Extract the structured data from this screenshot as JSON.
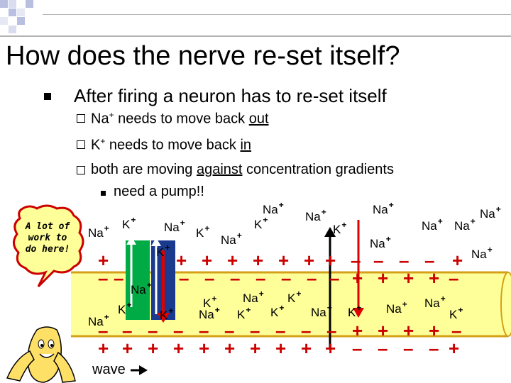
{
  "title": "How does the nerve re-set itself?",
  "bullet_main": "After firing a neuron has to re-set itself",
  "sub1": {
    "pre": "Na",
    "charge": "+",
    "mid": " needs to move back ",
    "under": "out"
  },
  "sub2": {
    "pre": "K",
    "charge": "+",
    "mid": " needs to move back ",
    "under": "in"
  },
  "sub3": {
    "pre": "both are moving ",
    "under": "against",
    "post": " concentration gradients"
  },
  "subsub": "need a pump!!",
  "callout": "A lot of work to do here!",
  "wave_label": "wave",
  "ions": {
    "na": "Na",
    "k": "K",
    "plus": "+"
  },
  "charges": {
    "pos": "+",
    "neg": "–"
  },
  "colors": {
    "axon": "#ffff99",
    "axon_border": "#d4a017",
    "pump_green": "#00aa44",
    "pump_blue": "#1a3a8f",
    "arrow_red": "#e00000",
    "charge_red": "#cc0000",
    "accent_grid": "#c8cde6"
  }
}
